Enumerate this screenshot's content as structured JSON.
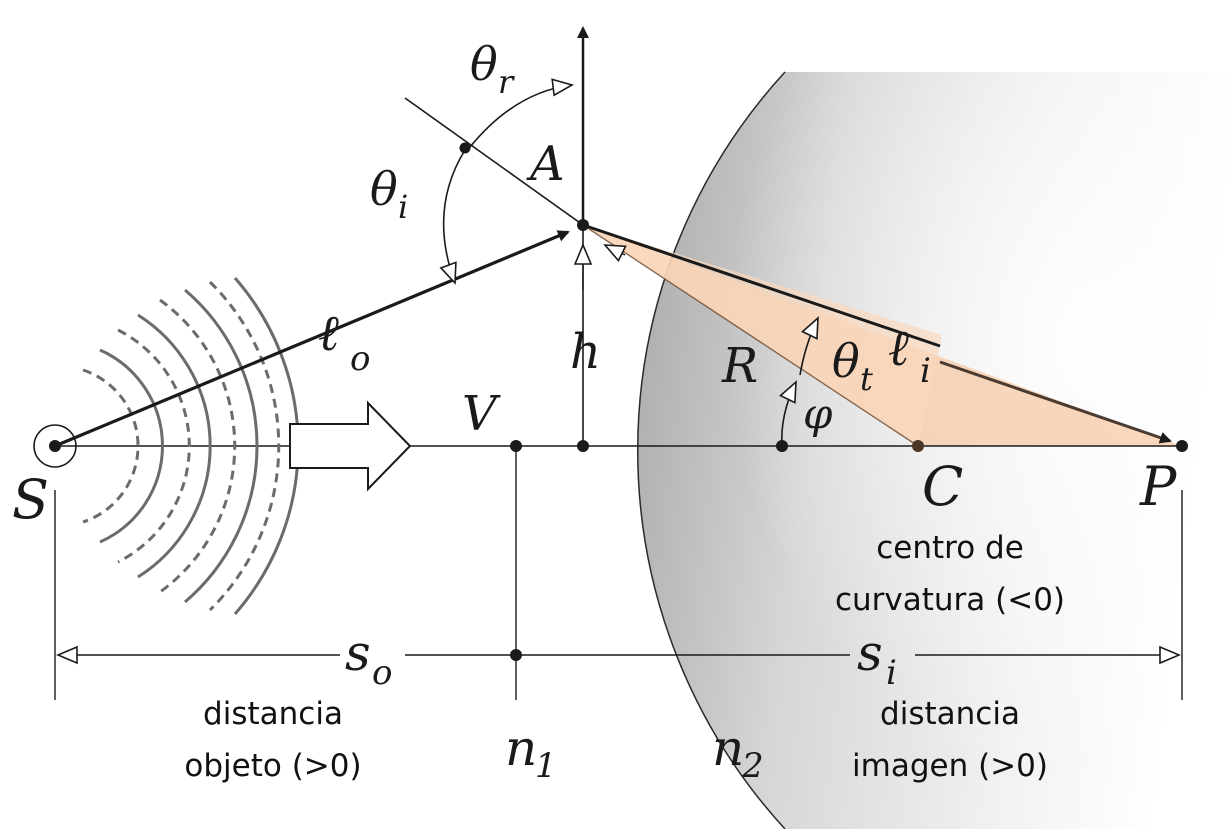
{
  "labels": {
    "S": "S",
    "A": "A",
    "V": "V",
    "C": "C",
    "P": "P",
    "h": "h",
    "R": "R",
    "phi": "φ",
    "theta_r": "θ",
    "theta_r_sub": "r",
    "theta_i": "θ",
    "theta_i_sub": "i",
    "theta_t": "θ",
    "theta_t_sub": "t",
    "l_o": "ℓ",
    "l_o_sub": "o",
    "l_i": "ℓ",
    "l_i_sub": "i",
    "s_o": "s",
    "s_o_sub": "o",
    "s_i": "s",
    "s_i_sub": "i",
    "n1": "n",
    "n1_sub": "1",
    "n2": "n",
    "n2_sub": "2"
  },
  "notes": {
    "center_line1": "centro de",
    "center_line2": "curvatura (<0)",
    "object_line1": "distancia",
    "object_line2": "objeto (>0)",
    "image_line1": "distancia",
    "image_line2": "imagen (>0)"
  },
  "colors": {
    "ink": "#1a1a1a",
    "triangle_fill": "#f6c9a6",
    "lens_shade_dark": "#9a9a9a",
    "lens_shade_light": "#ffffff"
  }
}
